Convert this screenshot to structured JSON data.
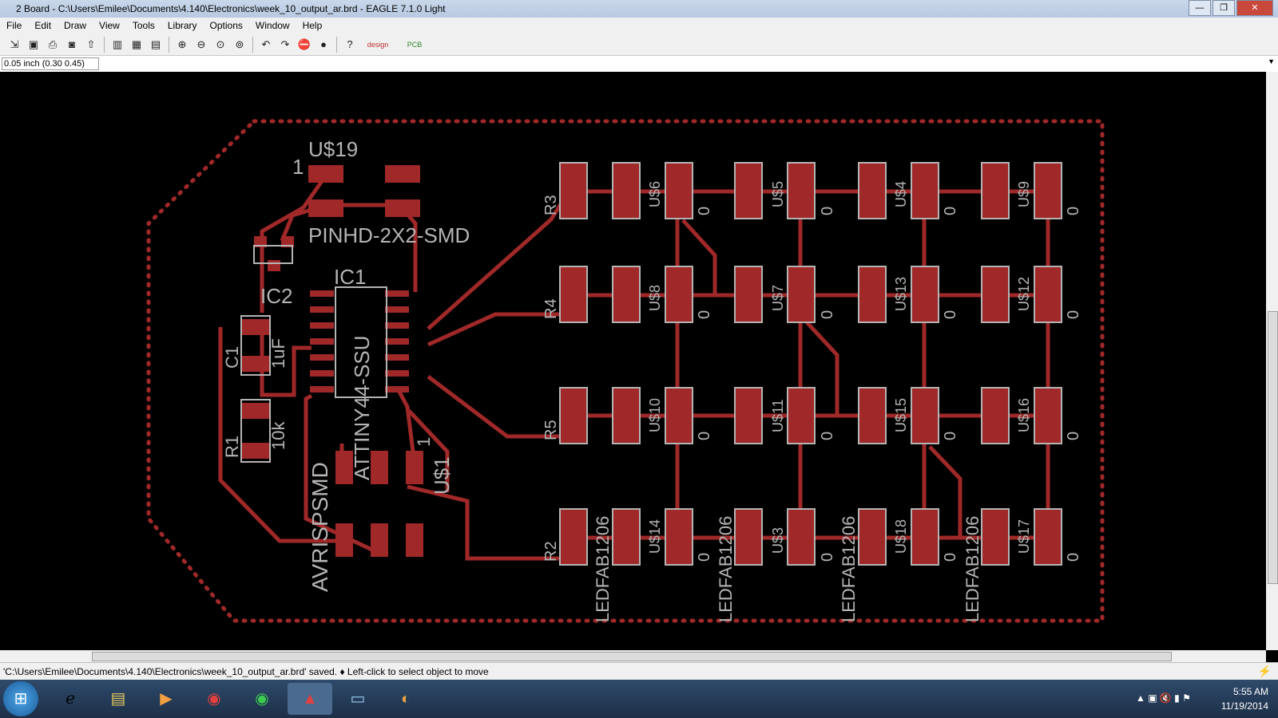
{
  "window": {
    "title": "2 Board - C:\\Users\\Emilee\\Documents\\4.140\\Electronics\\week_10_output_ar.brd - EAGLE 7.1.0 Light",
    "buttons": {
      "minimize": "—",
      "maximize": "❐",
      "close": "✕"
    }
  },
  "menu": [
    "File",
    "Edit",
    "Draw",
    "View",
    "Tools",
    "Library",
    "Options",
    "Window",
    "Help"
  ],
  "toolbar": {
    "icons": [
      "open",
      "save",
      "print",
      "cam",
      "up",
      "layers",
      "display",
      "zoom-fit",
      "zoom-in",
      "zoom-out",
      "zoom-select",
      "zoom-previous",
      "undo",
      "redo",
      "stop",
      "go",
      "help",
      "designlink",
      "pcb-quote"
    ],
    "designlink_label": "design link",
    "pcbquote_label": "PCB QUOTE"
  },
  "command": {
    "coords": "0.05 inch (0.30 0.45)",
    "value": ""
  },
  "board": {
    "outline_color": "#a02828",
    "copper_color": "#a02828",
    "text_color": "#b4b4b4",
    "labels": {
      "u19": "U$19",
      "one": "1",
      "pinhd": "PINHD-2X2-SMD",
      "ic2": "IC2",
      "ic1": "IC1",
      "attiny": "ATTINY44-SSU",
      "c1": "C1",
      "c1_val": "1uF",
      "r1": "R1",
      "r1_val": "10k",
      "avr": "AVRISPSMD",
      "u1": "U$1",
      "one_b": "1",
      "r3": "R3",
      "r4": "R4",
      "r5": "R5",
      "r2": "R2",
      "led_a": "LEDFAB1206",
      "led_b": "LEDFAB1206",
      "led_c": "LEDFAB1206",
      "led_d": "LEDFAB1206",
      "zero": "0"
    },
    "led_cells": [
      {
        "id": "U$6",
        "zero": "0"
      },
      {
        "id": "U$5",
        "zero": "0"
      },
      {
        "id": "U$4",
        "zero": "0"
      },
      {
        "id": "U$9",
        "zero": "0"
      },
      {
        "id": "U$8",
        "zero": "0"
      },
      {
        "id": "U$7",
        "zero": "0"
      },
      {
        "id": "U$13",
        "zero": "0"
      },
      {
        "id": "U$12",
        "zero": "0"
      },
      {
        "id": "U$10",
        "zero": "0"
      },
      {
        "id": "U$11",
        "zero": "0"
      },
      {
        "id": "U$15",
        "zero": "0"
      },
      {
        "id": "U$16",
        "zero": "0"
      },
      {
        "id": "U$14",
        "zero": "0"
      },
      {
        "id": "U$3",
        "zero": "0"
      },
      {
        "id": "U$18",
        "zero": "0"
      },
      {
        "id": "U$17",
        "zero": "0"
      }
    ]
  },
  "status": {
    "text": "'C:\\Users\\Emilee\\Documents\\4.140\\Electronics\\week_10_output_ar.brd' saved.  ♦ Left-click to select object to move"
  },
  "taskbar": {
    "apps": [
      "ie",
      "explorer",
      "media-player",
      "chrome",
      "spotify",
      "eagle",
      "screen",
      "paint"
    ],
    "time": "5:55 AM",
    "date": "11/19/2014"
  }
}
